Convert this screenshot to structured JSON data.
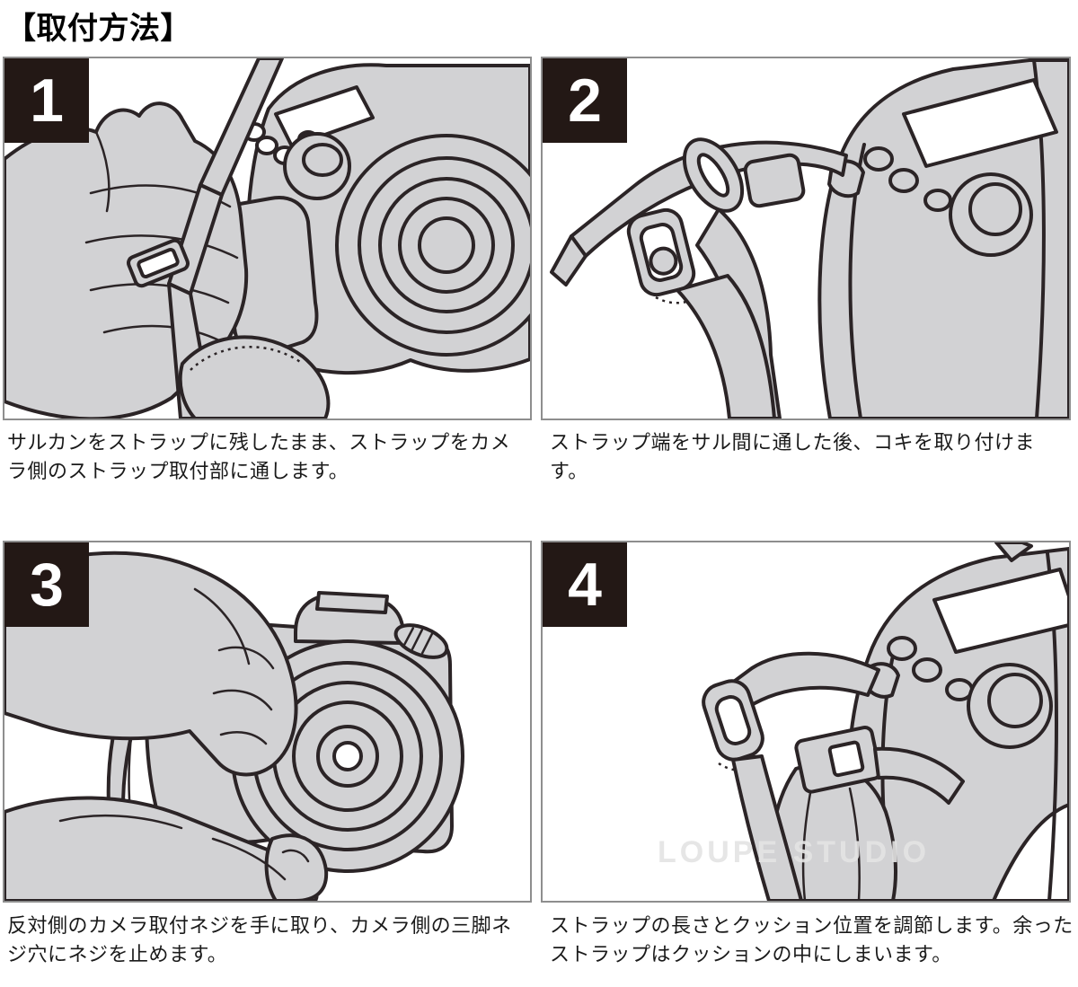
{
  "page": {
    "title": "【取付方法】"
  },
  "colors": {
    "badge_background": "#231815",
    "outline": "#2b2426",
    "illustration_fill": "#d2d2d4",
    "panel_border": "#8e8e8e",
    "caption_text": "#1a1a1a",
    "watermark_text": "#e3e3e3"
  },
  "steps": [
    {
      "number": "1",
      "caption": "サルカンをストラップに残したまま、ストラップをカメラ側のストラップ取付部に通します。"
    },
    {
      "number": "2",
      "caption": "ストラップ端をサル間に通した後、コキを取り付けます。"
    },
    {
      "number": "3",
      "caption": "反対側のカメラ取付ネジを手に取り、カメラ側の三脚ネジ穴にネジを止めます。"
    },
    {
      "number": "4",
      "caption": "ストラップの長さとクッション位置を調節します。余ったストラップはクッションの中にしまいます。"
    }
  ],
  "watermark": {
    "text": "LOUPE STUDIO"
  }
}
